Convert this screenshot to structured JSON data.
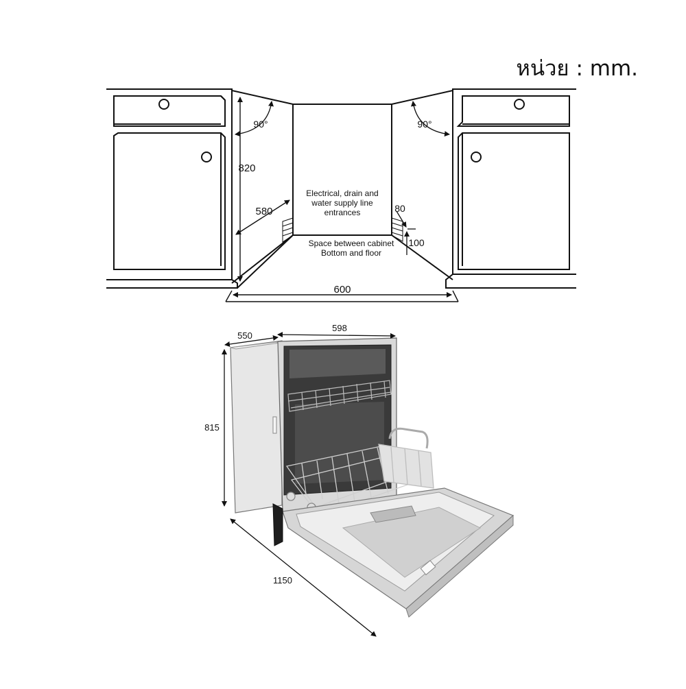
{
  "unit_label": "หน่วย : mm.",
  "cabinet_diagram": {
    "angle_left": "90°",
    "angle_right": "90°",
    "height_label": "820",
    "depth_label": "580",
    "width_label": "600",
    "service_note": [
      "Electrical, drain and",
      "water supply line",
      "entrances"
    ],
    "gap_note": [
      "Space between cabinet",
      "Bottom and floor"
    ],
    "side_label_80": "80",
    "side_label_100": "100"
  },
  "appliance_diagram": {
    "depth_label": "550",
    "width_label": "598",
    "height_label": "815",
    "open_depth_label": "1150"
  },
  "colors": {
    "line": "#111111",
    "steel_light": "#e9e9e9",
    "steel_mid": "#c8c8c8",
    "steel_dark": "#2a2a2a",
    "rack": "#9a9a9a"
  }
}
